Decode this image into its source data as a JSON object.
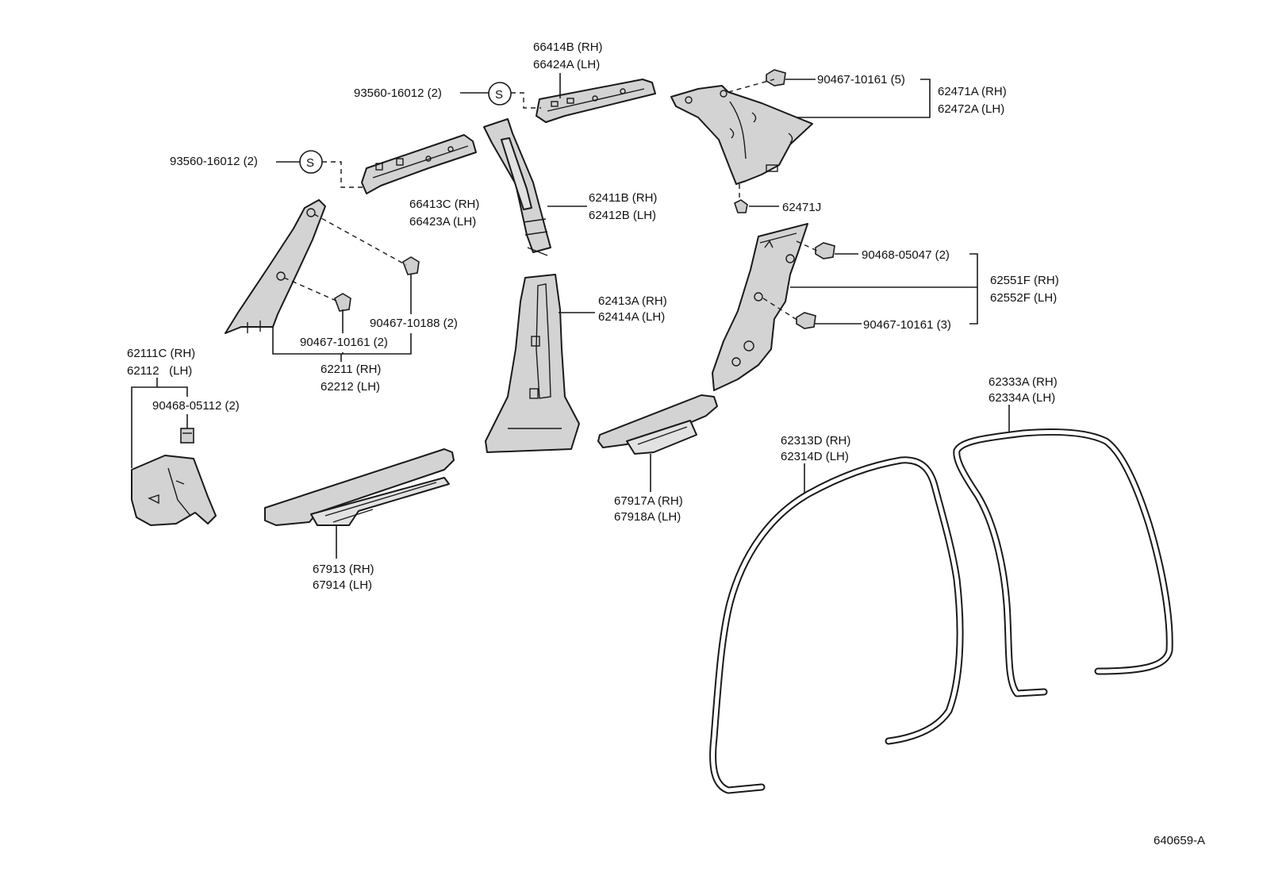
{
  "parts": {
    "p66414": [
      "66414B (RH)",
      "66424A (LH)"
    ],
    "p93560_a": "93560-16012 (2)",
    "p93560_b": "93560-16012 (2)",
    "s_symbol": "S",
    "p90467_5": "90467-10161 (5)",
    "p62471": [
      "62471A (RH)",
      "62472A (LH)"
    ],
    "p66413": [
      "66413C (RH)",
      "66423A (LH)"
    ],
    "p62411": [
      "62411B (RH)",
      "62412B (LH)"
    ],
    "p62471J": "62471J",
    "p90468_2": "90468-05047 (2)",
    "p62551": [
      "62551F (RH)",
      "62552F (LH)"
    ],
    "p90467_3": "90467-10161 (3)",
    "p62413": [
      "62413A (RH)",
      "62414A (LH)"
    ],
    "p90467_10188": "90467-10188 (2)",
    "p90467_10161_2": "90467-10161 (2)",
    "p62211": [
      "62211 (RH)",
      "62212 (LH)"
    ],
    "p62111": [
      "62111C (RH)",
      "62112   (LH)"
    ],
    "p90468_05112": "90468-05112 (2)",
    "p62333": [
      "62333A (RH)",
      "62334A (LH)"
    ],
    "p62313": [
      "62313D (RH)",
      "62314D (LH)"
    ],
    "p67917": [
      "67917A (RH)",
      "67918A (LH)"
    ],
    "p67913": [
      "67913 (RH)",
      "67914 (LH)"
    ]
  },
  "diagram_code": "640659-A"
}
